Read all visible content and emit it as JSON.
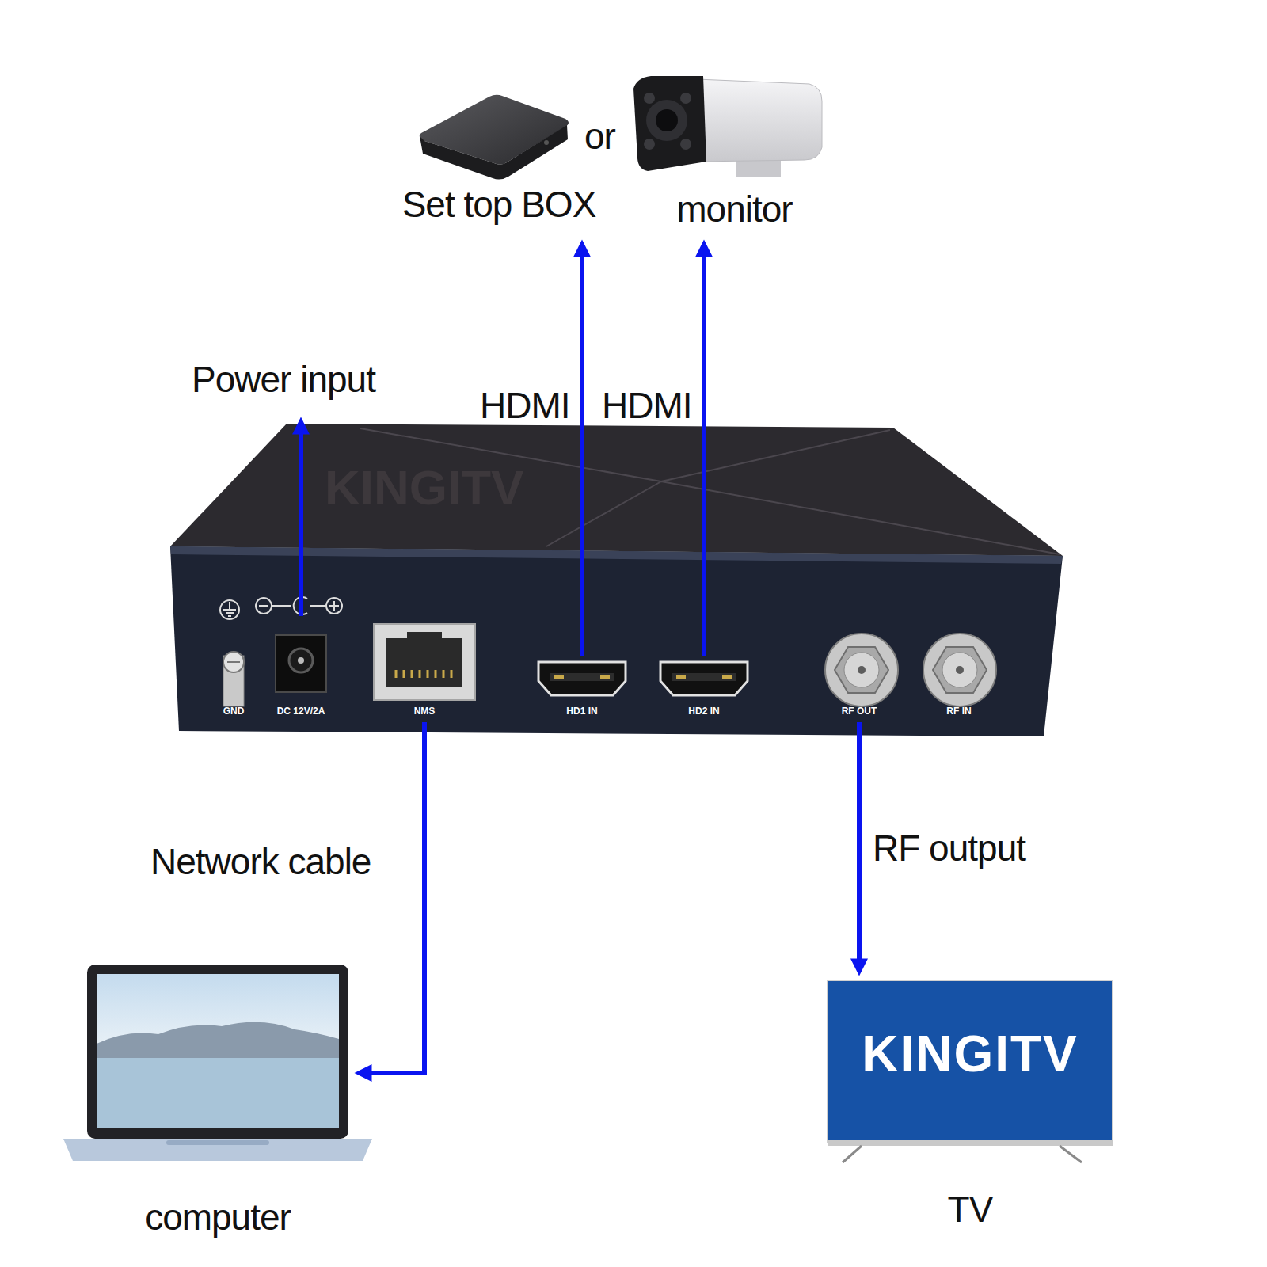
{
  "diagram": {
    "nodes": [
      {
        "text": [
          "Set top BOX"
        ]
      },
      {
        "text": [
          "monitor"
        ]
      },
      {
        "text": [
          "KINGITV"
        ]
      },
      {
        "text": [
          "GND"
        ],
        "in": 2
      },
      {
        "text": [
          "DC 12V/2A"
        ],
        "in": 2
      },
      {
        "text": [
          "NMS"
        ],
        "in": 2
      },
      {
        "text": [
          "HD1 IN"
        ],
        "in": 2
      },
      {
        "text": [
          "HD2 IN"
        ],
        "in": 2
      },
      {
        "text": [
          "RF OUT"
        ],
        "in": 2
      },
      {
        "text": [
          "RF IN"
        ],
        "in": 2
      },
      {
        "text": [
          "computer"
        ]
      },
      {
        "text": [
          "KINGITV",
          "TV"
        ]
      }
    ],
    "edges": [
      {
        "from": 6,
        "to": 0,
        "arrow": "to",
        "label": "HDMI"
      },
      {
        "from": 7,
        "to": 1,
        "arrow": "to",
        "label": "HDMI"
      },
      {
        "from": 5,
        "to": 10,
        "arrow": "to",
        "label": "Network cable"
      },
      {
        "from": 8,
        "to": 11,
        "arrow": "to",
        "label": "RF output"
      }
    ],
    "labels": [
      "or",
      "Power input"
    ]
  }
}
